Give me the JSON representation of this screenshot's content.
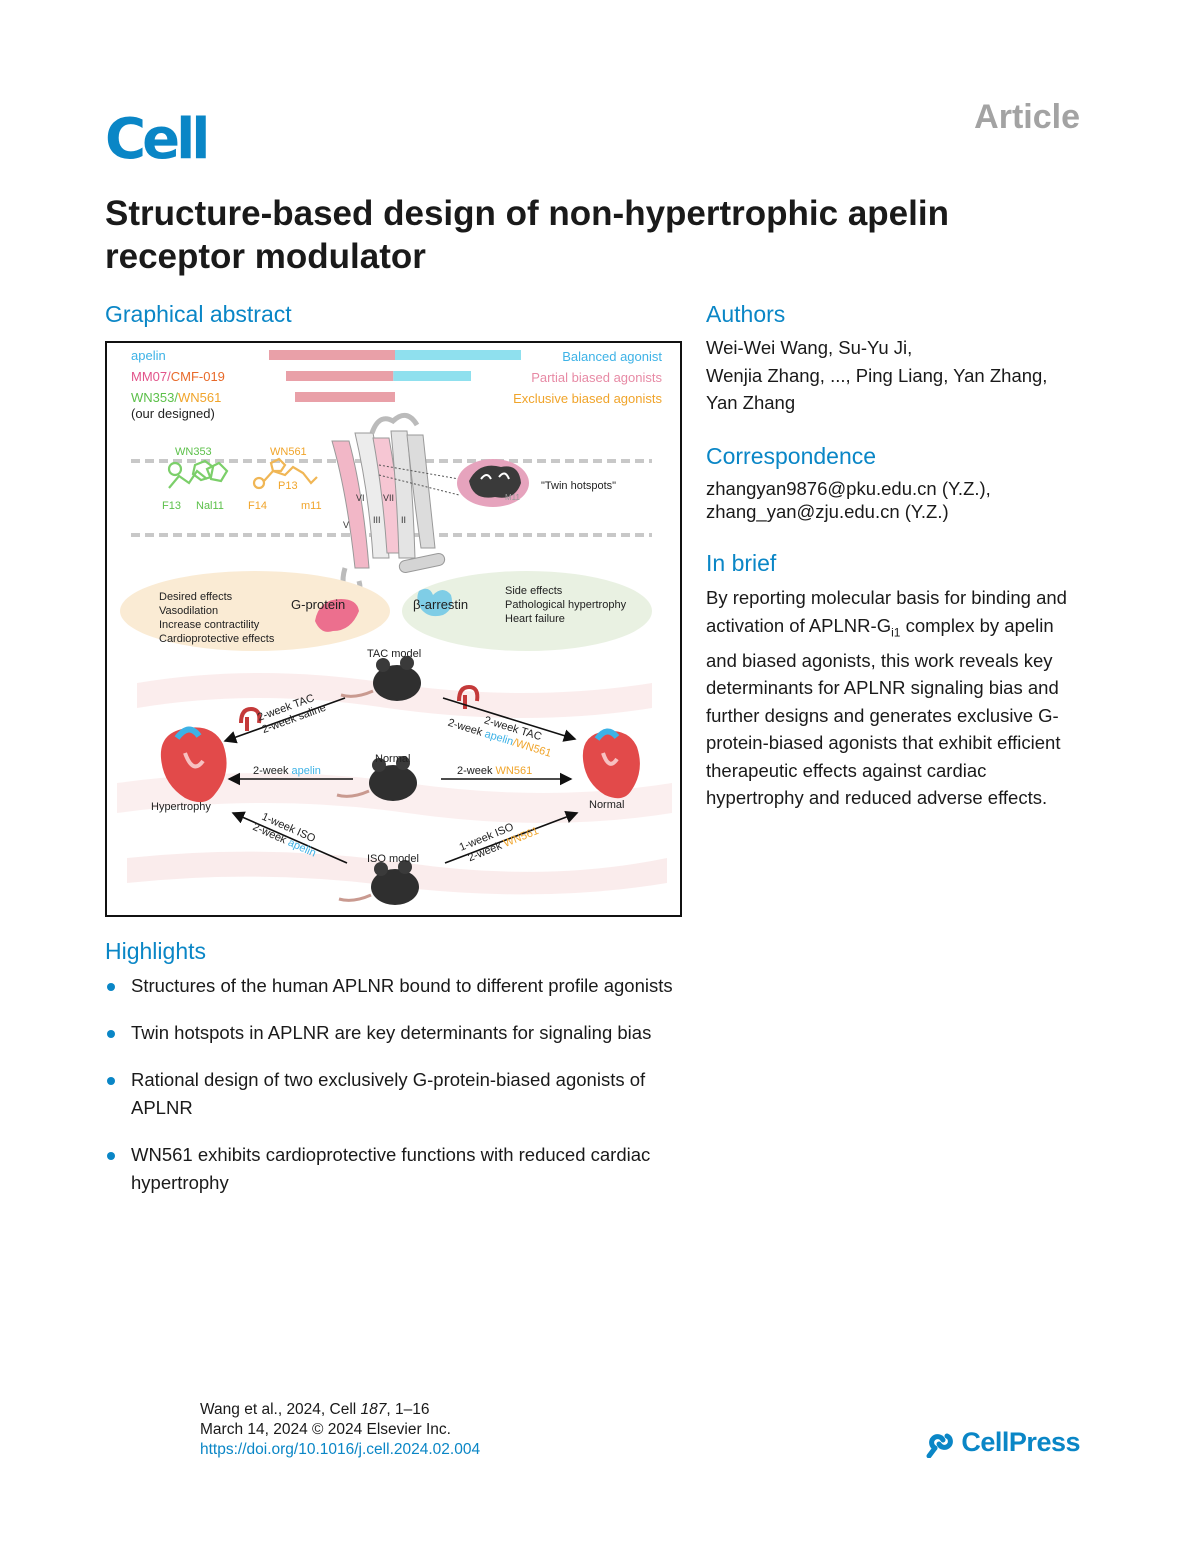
{
  "journal": "Cell",
  "article_type": "Article",
  "title": "Structure-based design of non-hypertrophic apelin receptor modulator",
  "graphical_abstract": {
    "heading": "Graphical abstract",
    "legend": {
      "row1_left": "apelin",
      "row2_left_a": "MM07/",
      "row2_left_b": "CMF-019",
      "row3_left_a": "WN353/",
      "row3_left_b": "WN561",
      "row3_sub": "(our designed)",
      "row1_right": "Balanced agonist",
      "row2_right": "Partial biased agonists",
      "row3_right": "Exclusive biased agonists"
    },
    "ligands": {
      "wn353": "WN353",
      "wn561": "WN561",
      "p13": "P13",
      "f13": "F13",
      "nal11": "Nal11",
      "f14": "F14",
      "m11": "m11",
      "twin_hotspots": "\"Twin hotspots\"",
      "m11_small": "M11"
    },
    "helices": [
      "VI",
      "VII",
      "V",
      "III",
      "II"
    ],
    "effects": {
      "g_protein": "G-protein",
      "b_arrestin": "β-arrestin",
      "desired": [
        "Desired effects",
        "Vasodilation",
        "Increase contractility",
        "Cardioprotective effects"
      ],
      "side": [
        "Side effects",
        "Pathological hypertrophy",
        "Heart failure"
      ]
    },
    "models": {
      "tac": "TAC model",
      "normal": "Normal",
      "iso": "ISO model",
      "left_heart": "Hypertrophy",
      "right_heart": "Normal"
    },
    "arrows": {
      "tac_left_1": "2-week TAC",
      "tac_left_2": "2-week saline",
      "tac_right_1": "2-week TAC",
      "tac_right_2a": "2-week ",
      "tac_right_2b": "apelin",
      "tac_right_2c": "/WN561",
      "mid_left_a": "2-week ",
      "mid_left_b": "apelin",
      "mid_right_a": "2-week ",
      "mid_right_b": "WN561",
      "iso_left_1": "1-week ISO",
      "iso_left_2a": "2-week ",
      "iso_left_2b": "apelin",
      "iso_right_1": "1-week ISO",
      "iso_right_2a": "2-week ",
      "iso_right_2b": "WN561"
    },
    "bars": {
      "apelin": {
        "g": 0.5,
        "arr": 0.5
      },
      "partial": {
        "g": 0.58,
        "arr": 0.42
      },
      "exclusive": {
        "g": 1.0,
        "arr": 0.0
      }
    },
    "colors": {
      "blue": "#3db2e6",
      "pink": "#e2548a",
      "orange": "#f0a42a",
      "green": "#5cc04a",
      "bar_red": "#e9a0a8",
      "bar_cyan": "#8fe0ee",
      "dark_heading": "#0a86c6"
    }
  },
  "authors": {
    "heading": "Authors",
    "line1": "Wei-Wei Wang, Su-Yu Ji,",
    "line2": "Wenjia Zhang, ..., Ping Liang, Yan Zhang,",
    "line3": "Yan Zhang"
  },
  "correspondence": {
    "heading": "Correspondence",
    "line1": "zhangyan9876@pku.edu.cn (Y.Z.),",
    "line2": "zhang_yan@zju.edu.cn (Y.Z.)"
  },
  "in_brief": {
    "heading": "In brief",
    "text_a": "By reporting molecular basis for binding and activation of APLNR-G",
    "text_sub": "i1",
    "text_b": " complex by apelin and biased agonists, this work reveals key determinants for APLNR signaling bias and further designs and generates exclusive G-protein-biased agonists that exhibit efficient therapeutic effects against cardiac hypertrophy and reduced adverse effects."
  },
  "highlights": {
    "heading": "Highlights",
    "items": [
      "Structures of the human APLNR bound to different profile agonists",
      "Twin hotspots in APLNR are key determinants for signaling bias",
      "Rational design of two exclusively G-protein-biased agonists of APLNR",
      "WN561 exhibits cardioprotective functions with reduced cardiac hypertrophy"
    ]
  },
  "citation": {
    "line1_a": "Wang et al., 2024, Cell ",
    "line1_vol": "187",
    "line1_b": ", 1–16",
    "line2": "March 14, 2024 © 2024 Elsevier Inc.",
    "doi": "https://doi.org/10.1016/j.cell.2024.02.004"
  },
  "publisher": "CellPress"
}
